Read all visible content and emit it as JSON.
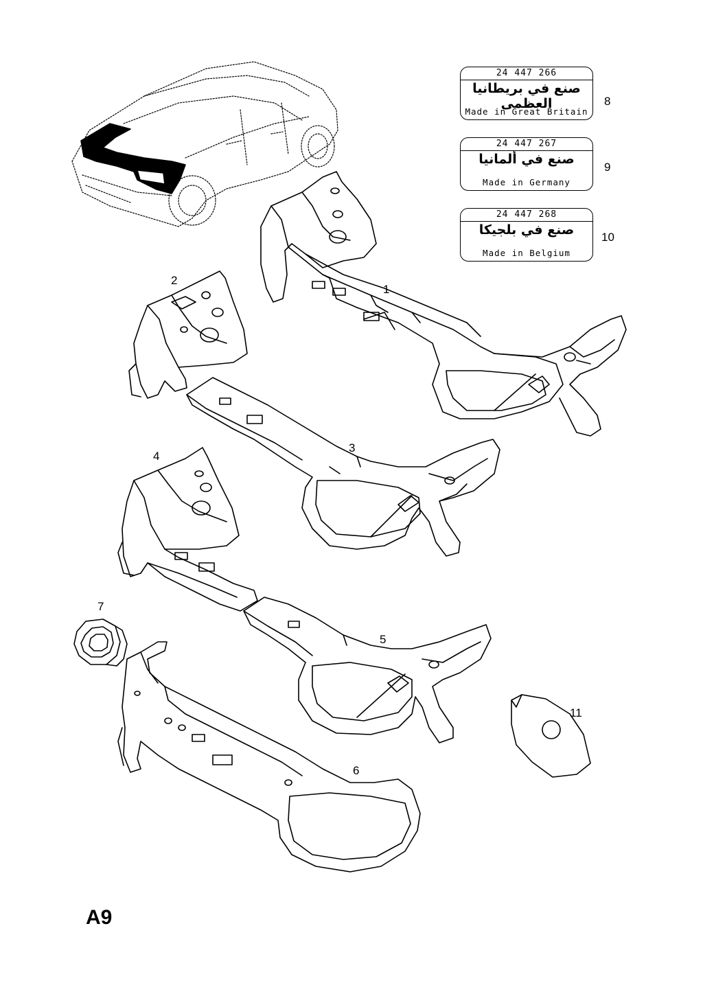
{
  "labels": [
    {
      "part_number": "24 447 266",
      "arabic": "صنع في بريطانيا العظمى",
      "origin": "Made in Great Britain",
      "callout": "8"
    },
    {
      "part_number": "24 447 267",
      "arabic": "صنع في ألمانيا",
      "origin": "Made in Germany",
      "callout": "9"
    },
    {
      "part_number": "24 447 268",
      "arabic": "صنع في بلجيكا",
      "origin": "Made in Belgium",
      "callout": "10"
    }
  ],
  "callouts": {
    "c1": "1",
    "c2": "2",
    "c3": "3",
    "c4": "4",
    "c5": "5",
    "c6": "6",
    "c7": "7",
    "c11": "11"
  },
  "page_code": "A9"
}
